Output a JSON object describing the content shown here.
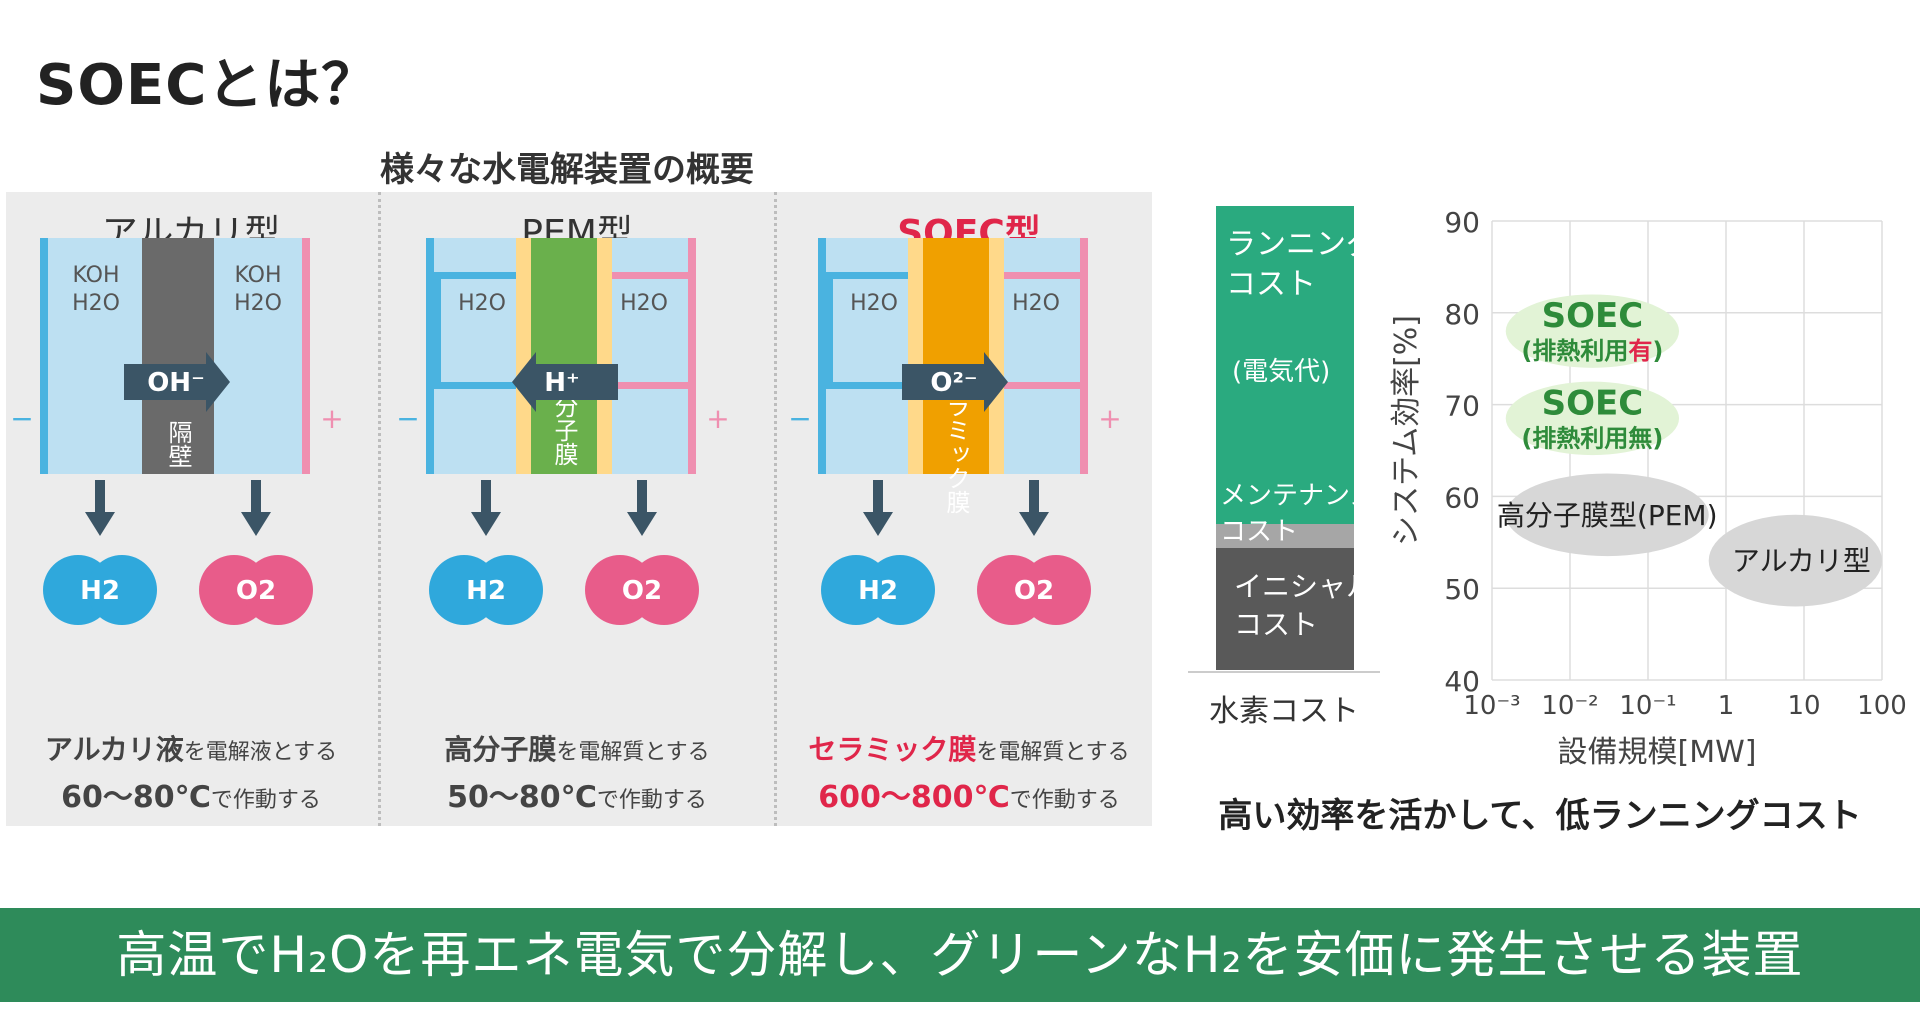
{
  "page_title": "SOECとは？",
  "diagram_heading": "様々な水電解装置の概要",
  "electrolyzers": [
    {
      "name": "アルカリ型",
      "left_electrolyte": [
        "KOH",
        "H2O"
      ],
      "right_electrolyte": [
        "KOH",
        "H2O"
      ],
      "ion": "OH⁻",
      "ion_direction": "right",
      "membrane_label": "隔壁",
      "membrane_color": "#6a6a6a",
      "outputs": [
        "H2",
        "O2"
      ],
      "desc_material": "アルカリ液",
      "desc_material_suffix": "を電解液とする",
      "desc_temp": "60〜80℃",
      "desc_temp_suffix": "で作動する"
    },
    {
      "name": "PEM型",
      "left_electrolyte": [
        "H2O"
      ],
      "right_electrolyte": [
        "H2O"
      ],
      "ion": "H⁺",
      "ion_direction": "left",
      "membrane_label": "高分子膜",
      "membrane_color": "#6ab04c",
      "outputs": [
        "H2",
        "O2"
      ],
      "desc_material": "高分子膜",
      "desc_material_suffix": "を電解質とする",
      "desc_temp": "50〜80℃",
      "desc_temp_suffix": "で作動する"
    },
    {
      "name": "SOEC型",
      "highlight": true,
      "left_electrolyte": [
        "H2O"
      ],
      "right_electrolyte": [
        "H2O"
      ],
      "ion": "O²⁻",
      "ion_direction": "right",
      "membrane_label": "セラミック膜",
      "membrane_color": "#f0a000",
      "outputs": [
        "H2",
        "O2"
      ],
      "desc_material": "セラミック膜",
      "desc_material_suffix": "を電解質とする",
      "desc_temp": "600〜800℃",
      "desc_temp_suffix": "で作動する"
    }
  ],
  "electrode_signs": {
    "minus": "−",
    "plus": "+"
  },
  "cost_bar": {
    "segments": [
      {
        "label": "ランニングコスト",
        "sub": "(電気代)",
        "color": "#2aaa7f"
      },
      {
        "label": "メンテナンスコスト",
        "color": "#a6a6a6"
      },
      {
        "label": "イニシャルコスト",
        "color": "#595959"
      }
    ],
    "xlabel": "水素コスト"
  },
  "chart_data": {
    "type": "scatter",
    "xlabel": "設備規模[MW]",
    "ylabel": "システム効率[%]",
    "xscale": "log",
    "xlim": [
      0.001,
      100
    ],
    "ylim": [
      40,
      90
    ],
    "xticks": [
      "10⁻³",
      "10⁻²",
      "10⁻¹",
      "1",
      "10",
      "100"
    ],
    "yticks": [
      40,
      50,
      60,
      70,
      80,
      90
    ],
    "grid": true,
    "regions": [
      {
        "name": "SOEC",
        "sub": "(排熱利用",
        "sub_hl": "有",
        "sub_end": ")",
        "x": [
          0.0015,
          0.25
        ],
        "y": [
          74,
          82
        ],
        "color": "#e2f3d6",
        "text_color": "#2e8b3a"
      },
      {
        "name": "SOEC",
        "sub": "(排熱利用無)",
        "x": [
          0.0015,
          0.25
        ],
        "y": [
          64.5,
          72.5
        ],
        "color": "#e2f3d6",
        "text_color": "#2e8b3a"
      },
      {
        "name": "高分子膜型(PEM)",
        "x": [
          0.0015,
          0.6
        ],
        "y": [
          53.5,
          62.5
        ],
        "color": "#d7d7d7",
        "text_color": "#222222"
      },
      {
        "name": "アルカリ型",
        "x": [
          0.6,
          100
        ],
        "y": [
          48,
          58
        ],
        "color": "#d7d7d7",
        "text_color": "#222222"
      }
    ]
  },
  "tagline": "高い効率を活かして、低ランニングコスト",
  "banner": "高温でH₂Oを再エネ電気で分解し、グリーンなH₂を安価に発生させる装置"
}
